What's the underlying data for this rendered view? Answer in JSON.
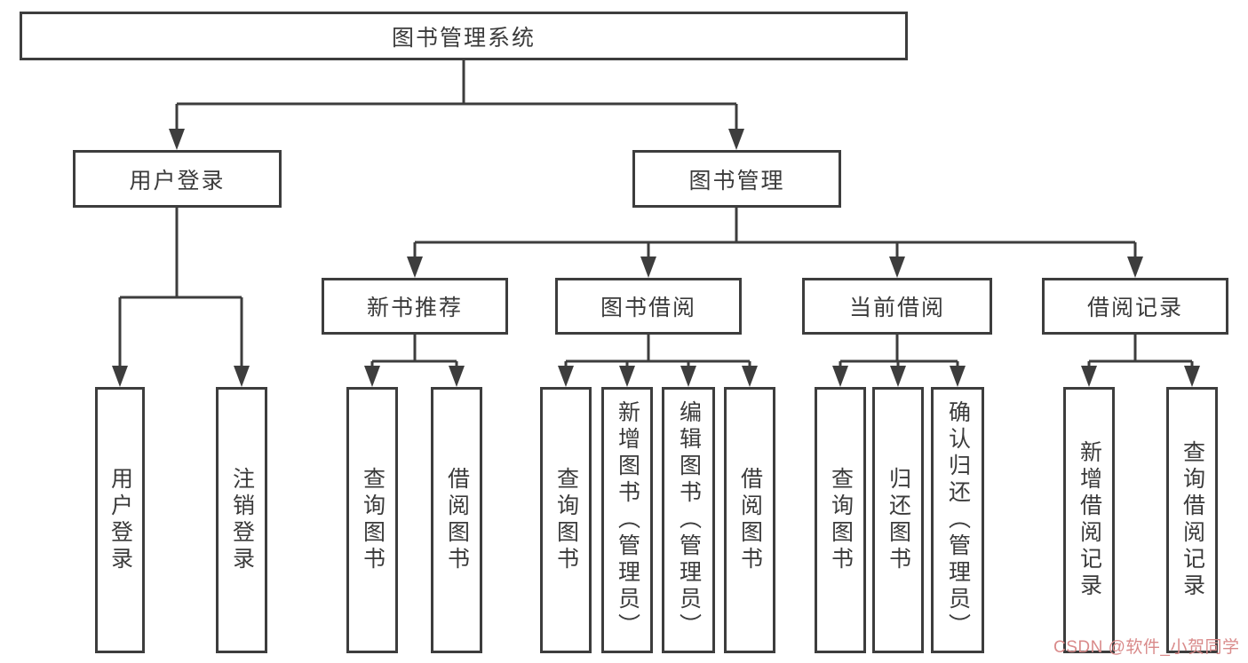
{
  "colors": {
    "line": "#3d3d3d",
    "border": "#3d3d3d",
    "text": "#3b3b3b",
    "watermark": "#d98a8a",
    "background": "#ffffff"
  },
  "root": {
    "label": "图书管理系统"
  },
  "user_branch": {
    "label": "用户登录",
    "children": [
      {
        "label": "用户登录"
      },
      {
        "label": "注销登录"
      }
    ]
  },
  "book_branch": {
    "label": "图书管理",
    "sections": [
      {
        "label": "新书推荐",
        "children": [
          {
            "label": "查询图书"
          },
          {
            "label": "借阅图书"
          }
        ]
      },
      {
        "label": "图书借阅",
        "children": [
          {
            "label": "查询图书"
          },
          {
            "label": "新增图书（管理员）"
          },
          {
            "label": "编辑图书（管理员）"
          },
          {
            "label": "借阅图书"
          }
        ]
      },
      {
        "label": "当前借阅",
        "children": [
          {
            "label": "查询图书"
          },
          {
            "label": "归还图书"
          },
          {
            "label": "确认归还（管理员）"
          }
        ]
      },
      {
        "label": "借阅记录",
        "children": [
          {
            "label": "新增借阅记录"
          },
          {
            "label": "查询借阅记录"
          }
        ]
      }
    ]
  },
  "watermark": {
    "text": "CSDN @软件_小贺同学"
  }
}
